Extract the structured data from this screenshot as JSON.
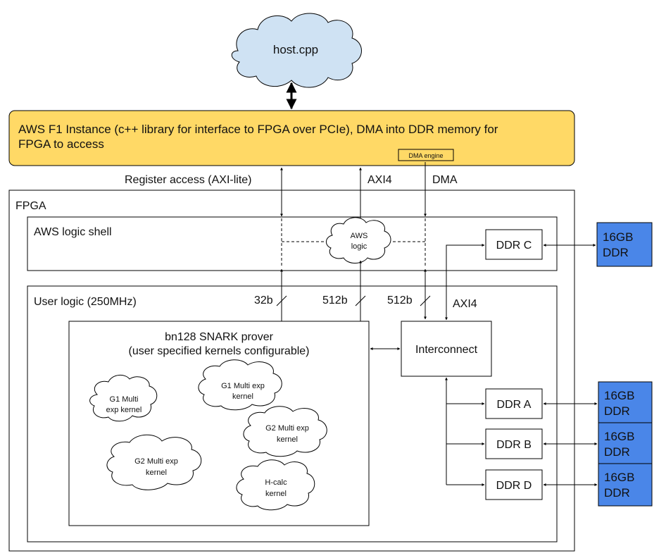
{
  "host": {
    "label": "host.cpp"
  },
  "aws_instance": {
    "line1": "AWS F1 Instance (c++ library for interface to FPGA over PCIe), DMA into DDR memory for",
    "line2": "FPGA to access",
    "dma_engine": "DMA engine"
  },
  "links": {
    "register_access": "Register access (AXI-lite)",
    "axi4_top": "AXI4",
    "dma": "DMA",
    "axi4_side": "AXI4",
    "width_32": "32b",
    "width_512_a": "512b",
    "width_512_b": "512b"
  },
  "fpga": {
    "label": "FPGA",
    "shell": {
      "label": "AWS logic shell",
      "cloud_line1": "AWS",
      "cloud_line2": "logic"
    },
    "user_logic": {
      "label": "User logic (250MHz)"
    }
  },
  "prover": {
    "title1": "bn128 SNARK prover",
    "title2": "(user specified kernels configurable)",
    "kernels": [
      {
        "line1": "G1 Multi",
        "line2": "exp kernel"
      },
      {
        "line1": "G1 Multi exp",
        "line2": "kernel"
      },
      {
        "line1": "G2 Multi exp",
        "line2": "kernel"
      },
      {
        "line1": "G2 Multi exp",
        "line2": "kernel"
      },
      {
        "line1": "H-calc",
        "line2": "kernel"
      }
    ]
  },
  "interconnect": {
    "label": "Interconnect"
  },
  "ddr": {
    "c": "DDR C",
    "a": "DDR A",
    "b": "DDR B",
    "d": "DDR D",
    "ext_line1": "16GB",
    "ext_line2": "DDR"
  },
  "colors": {
    "cloud_fill": "#cfe2f3",
    "instance_fill": "#ffd966",
    "ddr_fill": "#4a86e8"
  }
}
